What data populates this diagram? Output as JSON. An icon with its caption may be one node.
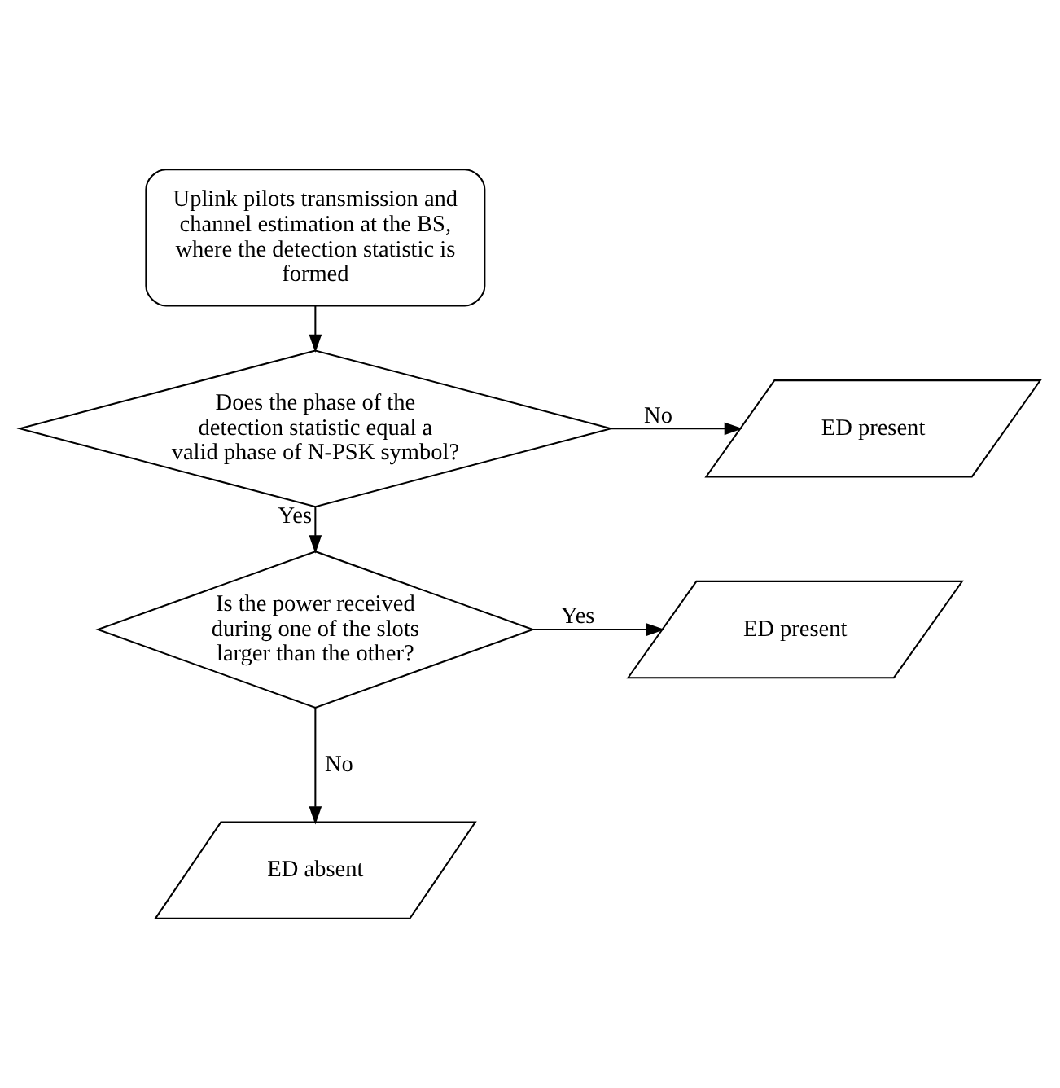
{
  "diagram": {
    "nodes": [
      {
        "text": [
          "Uplink pilots transmission and channel estimation at the BS, where the detection statistic is formed"
        ]
      },
      {
        "text": [
          "Does the phase of the detection statistic equal a valid phase of N-PSK symbol?"
        ]
      },
      {
        "text": [
          "ED present"
        ]
      },
      {
        "text": [
          "Is the power received during one of the slots larger than the other?"
        ]
      },
      {
        "text": [
          "ED present"
        ]
      },
      {
        "text": [
          "ED absent"
        ]
      }
    ],
    "edges": [
      {
        "from": 0,
        "to": 1,
        "arrow": "to"
      },
      {
        "from": 1,
        "to": 2,
        "arrow": "to",
        "label": "No"
      },
      {
        "from": 1,
        "to": 3,
        "arrow": "to",
        "label": "Yes"
      },
      {
        "from": 3,
        "to": 4,
        "arrow": "to",
        "label": "Yes"
      },
      {
        "from": 3,
        "to": 5,
        "arrow": "to",
        "label": "No"
      }
    ]
  }
}
